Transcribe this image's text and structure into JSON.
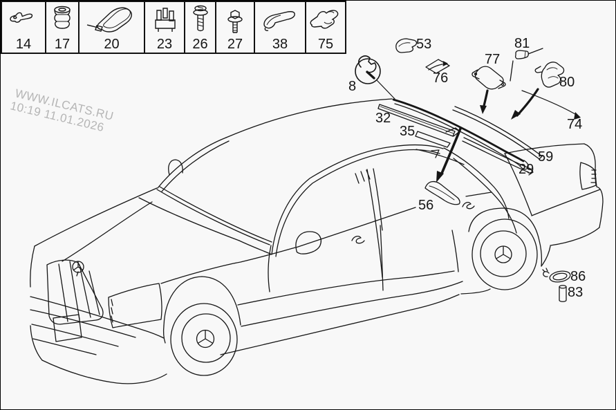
{
  "meta": {
    "subject": "car-roof-and-body-molding-parts-line-diagram",
    "bg_color": "#f8f8f8",
    "line_color": "#161616",
    "watermark_color": "#b5b5b5",
    "label_color": "#151515"
  },
  "watermark": {
    "line1": "WWW.ILCATS.RU",
    "line2": "10:19 11.01.2026"
  },
  "parts_strip": {
    "boxes": [
      {
        "number": "14",
        "icon": "retaining-clip-icon"
      },
      {
        "number": "17",
        "icon": "rubber-grommet-icon"
      },
      {
        "number": "20",
        "icon": "cable-tie-icon"
      },
      {
        "number": "23",
        "icon": "spring-clip-icon"
      },
      {
        "number": "26",
        "icon": "washer-screw-icon"
      },
      {
        "number": "27",
        "icon": "hex-bolt-icon"
      },
      {
        "number": "38",
        "icon": "cover-clip-icon"
      },
      {
        "number": "75",
        "icon": "edge-clip-icon"
      }
    ]
  },
  "callouts": {
    "c8": "8",
    "c29": "29",
    "c32": "32",
    "c35": "35",
    "c53": "53",
    "c56": "56",
    "c59": "59",
    "c74": "74",
    "c76": "76",
    "c77": "77",
    "c80": "80",
    "c81": "81",
    "c83": "83",
    "c86": "86"
  },
  "icons": {
    "tool_marker": "wrench-in-circle-icon",
    "diagram": "sedan-front-three-quarter-line-drawing"
  }
}
